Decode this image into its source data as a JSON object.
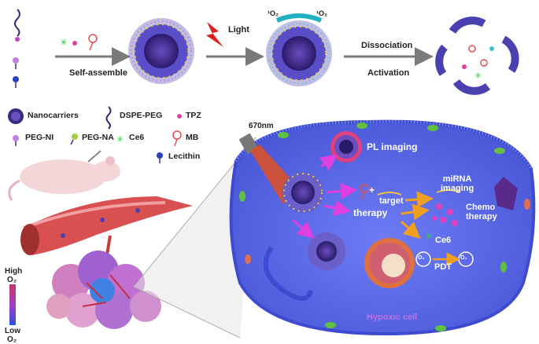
{
  "top_row": {
    "self_assemble_label": "Self-assemble",
    "light_label": "Light",
    "dissociation_label": "Dissociation",
    "activation_label": "Activation",
    "singlet_oxygen_left": "¹O₂",
    "singlet_oxygen_right": "¹O₂"
  },
  "legend": {
    "nanocarriers": "Nanocarriers",
    "dspe_peg": "DSPE-PEG",
    "tpz": "TPZ",
    "peg_ni": "PEG-NI",
    "peg_na": "PEG-NA",
    "ce6": "Ce6",
    "mb": "MB",
    "lecithin": "Lecithin"
  },
  "oxygen_scale": {
    "high_label": "High",
    "high_sub": "O₂",
    "low_label": "Low",
    "low_sub": "O₂"
  },
  "cell": {
    "laser_label": "670nm",
    "pl_imaging": "PL imaging",
    "target_plus": "+",
    "target": "target",
    "mirna_imaging_1": "miRNA",
    "mirna_imaging_2": "imaging",
    "therapy": "therapy",
    "chemo_1": "Chemo",
    "chemo_2": "therapy",
    "ce6": "Ce6",
    "pdt": "PDT",
    "hypoxic_cell": "Hypoxic cell",
    "o2_left": "O₂",
    "o2_right": "O₂"
  },
  "colors": {
    "cell_fill": "#5f6ff0",
    "cell_edge": "#3d4bd0",
    "arrow_gray": "#7a7a7a",
    "magenta_arrow": "#e040e0",
    "orange_arrow": "#f0a020",
    "nanocarrier_core": "#3a2a7a",
    "gradient_high": "#d0306a",
    "gradient_low": "#3050e0"
  }
}
